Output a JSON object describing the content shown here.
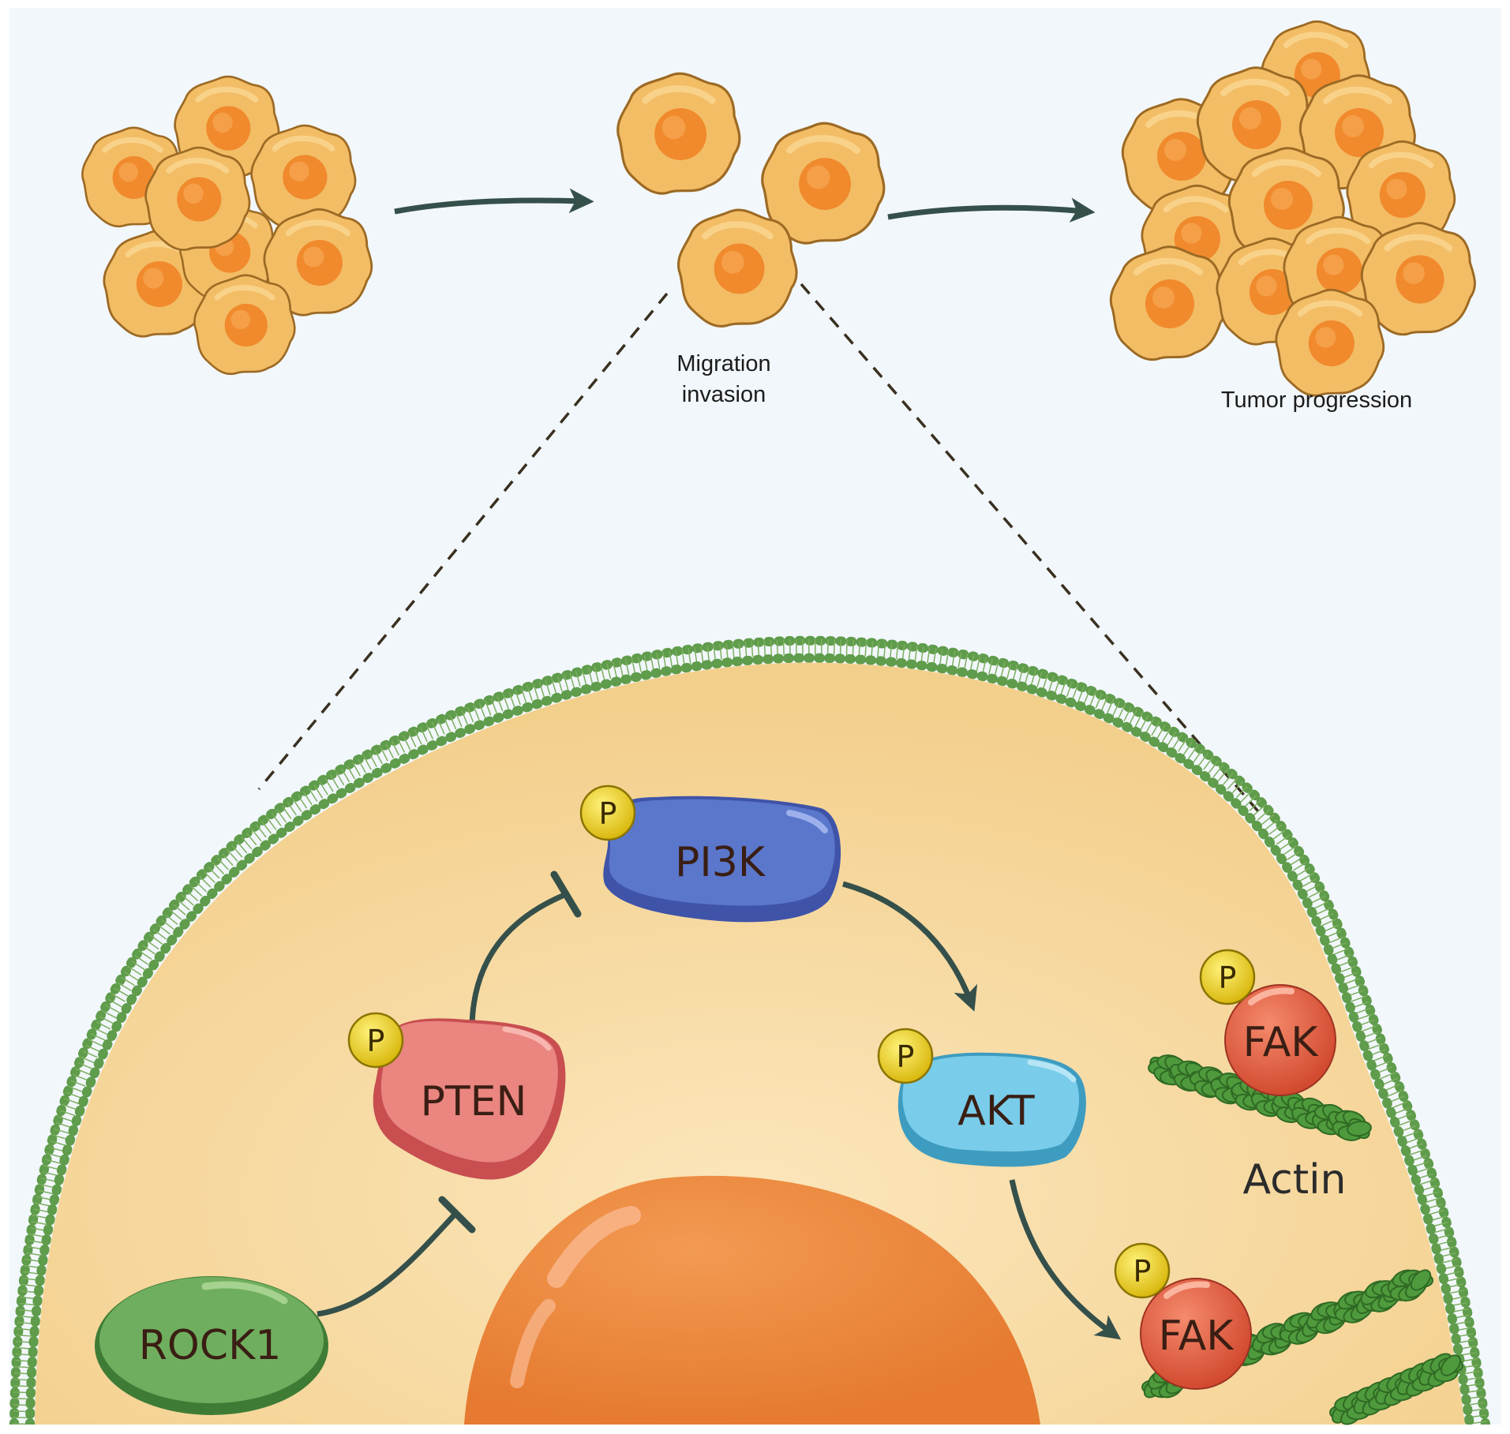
{
  "labels": {
    "migration_line1": "Migration",
    "migration_line2": "invasion",
    "tumor_progression": "Tumor progression",
    "actin": "Actin",
    "phospho": "P"
  },
  "proteins": {
    "pi3k": "PI3K",
    "pten": "PTEN",
    "akt": "AKT",
    "fak_upper": "FAK",
    "fak_lower": "FAK",
    "rock1": "ROCK1"
  },
  "colors": {
    "cell_body": "#f4c067",
    "cell_nucleus": "#ee7e2e",
    "membrane": "#5e9a4a",
    "cytoplasm": "#f8dca4",
    "nucleus": "#ec843a",
    "pi3k": "#5671c7",
    "pten": "#e0706c",
    "akt": "#6cc3e0",
    "fak": "#e45a3e",
    "rock1": "#6aa85a",
    "phospho": "#e8d21e",
    "actin": "#4e9a3c",
    "arrow": "#35504a"
  }
}
